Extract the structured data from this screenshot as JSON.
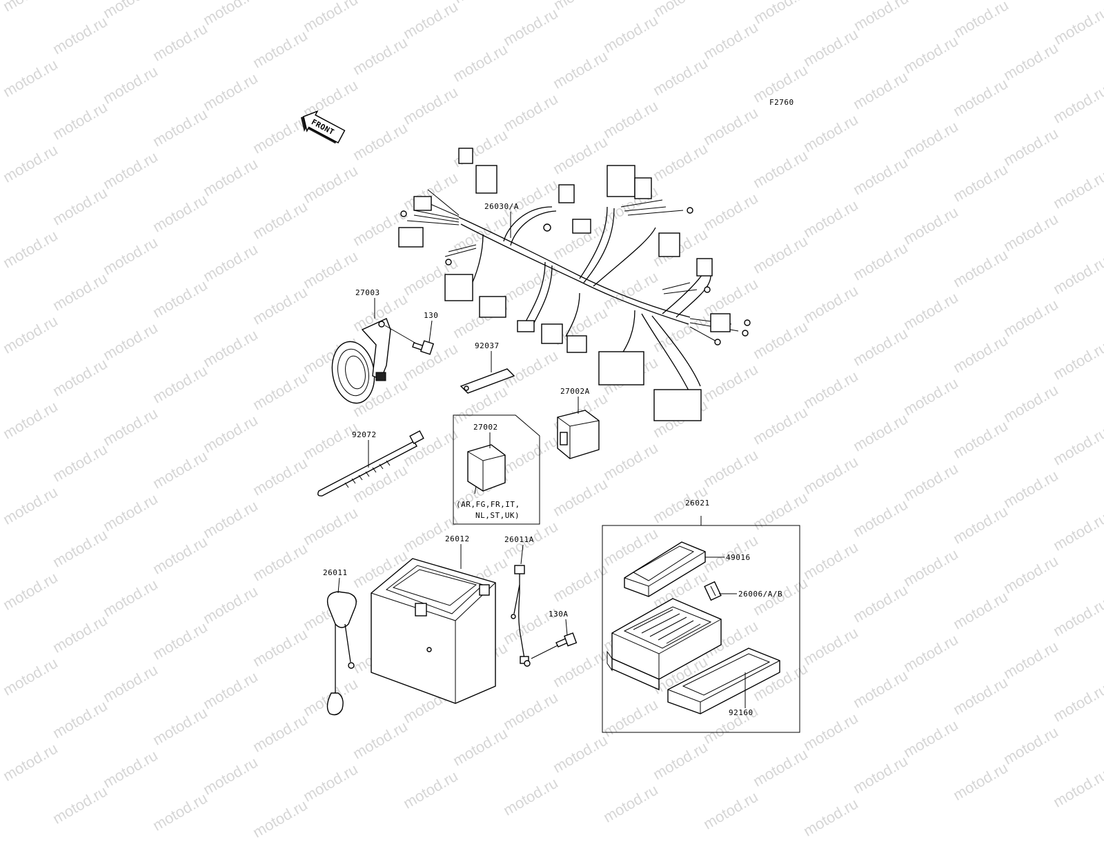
{
  "watermark": "motod.ru",
  "figure_code": "F2760",
  "front_arrow": "FRONT",
  "parts": {
    "harness": "26030/A",
    "horn": "27003",
    "bolt": "130",
    "band": "92037",
    "relay_a": "27002A",
    "relay": "27002",
    "relay_note_1": "(AR,FG,FR,IT,",
    "relay_note_2": "NL,ST,UK)",
    "tie": "92072",
    "battery": "26012",
    "cable_a": "26011A",
    "cable": "26011",
    "bolt_a": "130A",
    "junction_box": "26021",
    "cover": "49016",
    "fuse": "26006/A/B",
    "pad": "92160"
  },
  "colors": {
    "ink": "#000000",
    "watermark": "#cfcfcf"
  }
}
